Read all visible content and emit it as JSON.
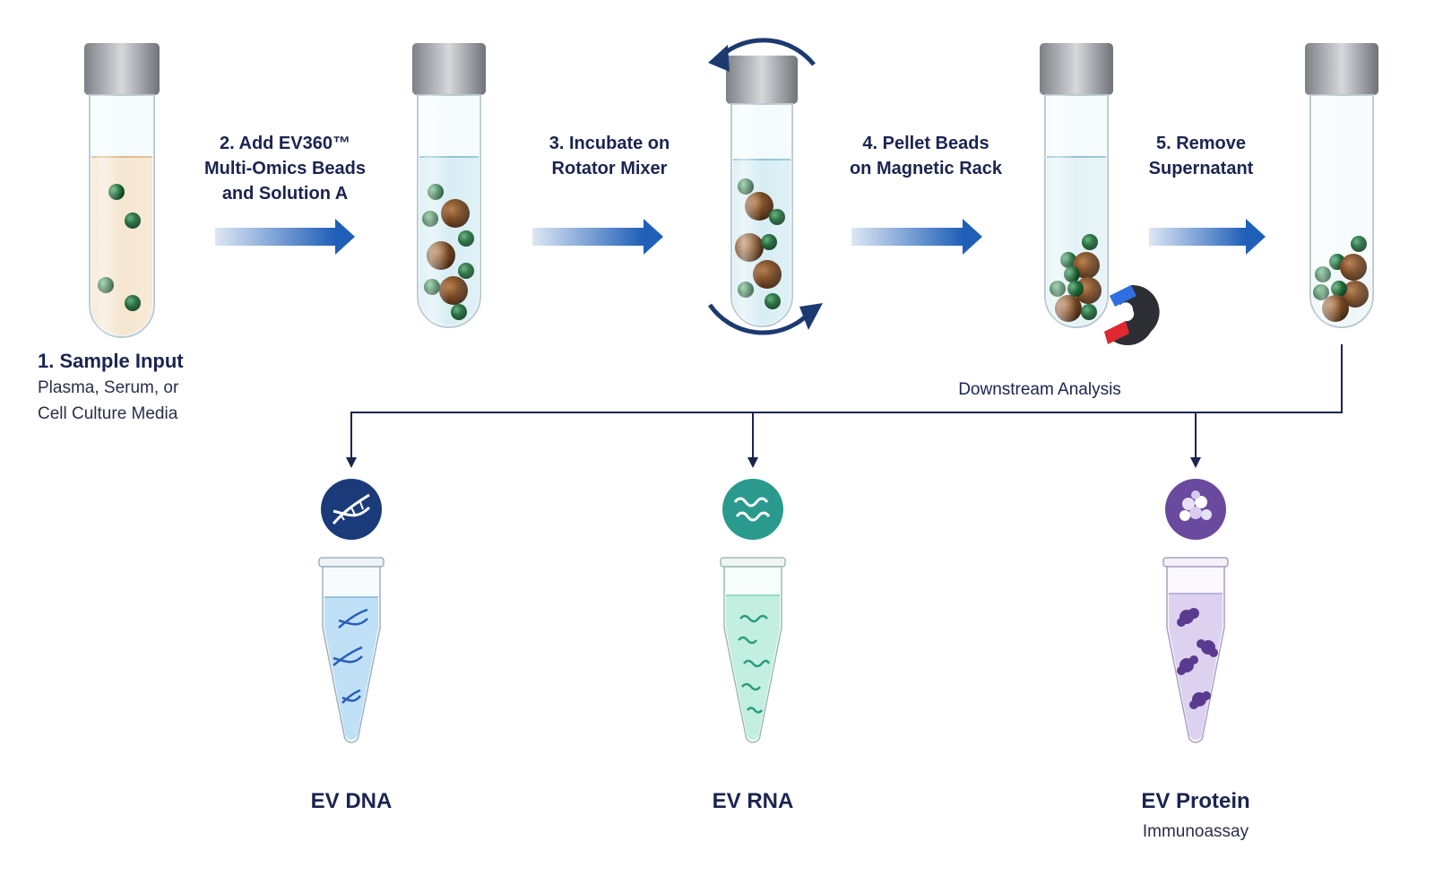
{
  "steps": [
    {
      "label_lines": [
        "1. Sample Input"
      ],
      "desc_lines": [
        "Plasma, Serum, or",
        "Cell Culture Media"
      ]
    },
    {
      "label_lines": [
        "2. Add EV360™",
        "Multi-Omics Beads",
        "and Solution A"
      ]
    },
    {
      "label_lines": [
        "3. Incubate on",
        "Rotator Mixer"
      ]
    },
    {
      "label_lines": [
        "4. Pellet Beads",
        "on Magnetic Rack"
      ]
    },
    {
      "label_lines": [
        "5. Remove",
        "Supernatant"
      ]
    }
  ],
  "downstream_label": "Downstream Analysis",
  "outputs": [
    {
      "title": "EV DNA",
      "subtitle": "",
      "icon": "dna-icon",
      "color": "#1a3a7a",
      "liquid": "#bfe0f6"
    },
    {
      "title": "EV RNA",
      "subtitle": "",
      "icon": "rna-icon",
      "color": "#2a9a8e",
      "liquid": "#c2efdf"
    },
    {
      "title": "EV Protein",
      "subtitle": "Immunoassay",
      "icon": "protein-icon",
      "color": "#6a4a9e",
      "liquid": "#dcd2f0"
    }
  ],
  "colors": {
    "arrow": "#1f5fb8",
    "line": "#1b2450",
    "cap": "#8a8e93",
    "bead_green": "#1f6a3a",
    "bead_brown": "#7a4a23",
    "sample": "#f6e6cf",
    "buffer": "#d8eef4"
  }
}
